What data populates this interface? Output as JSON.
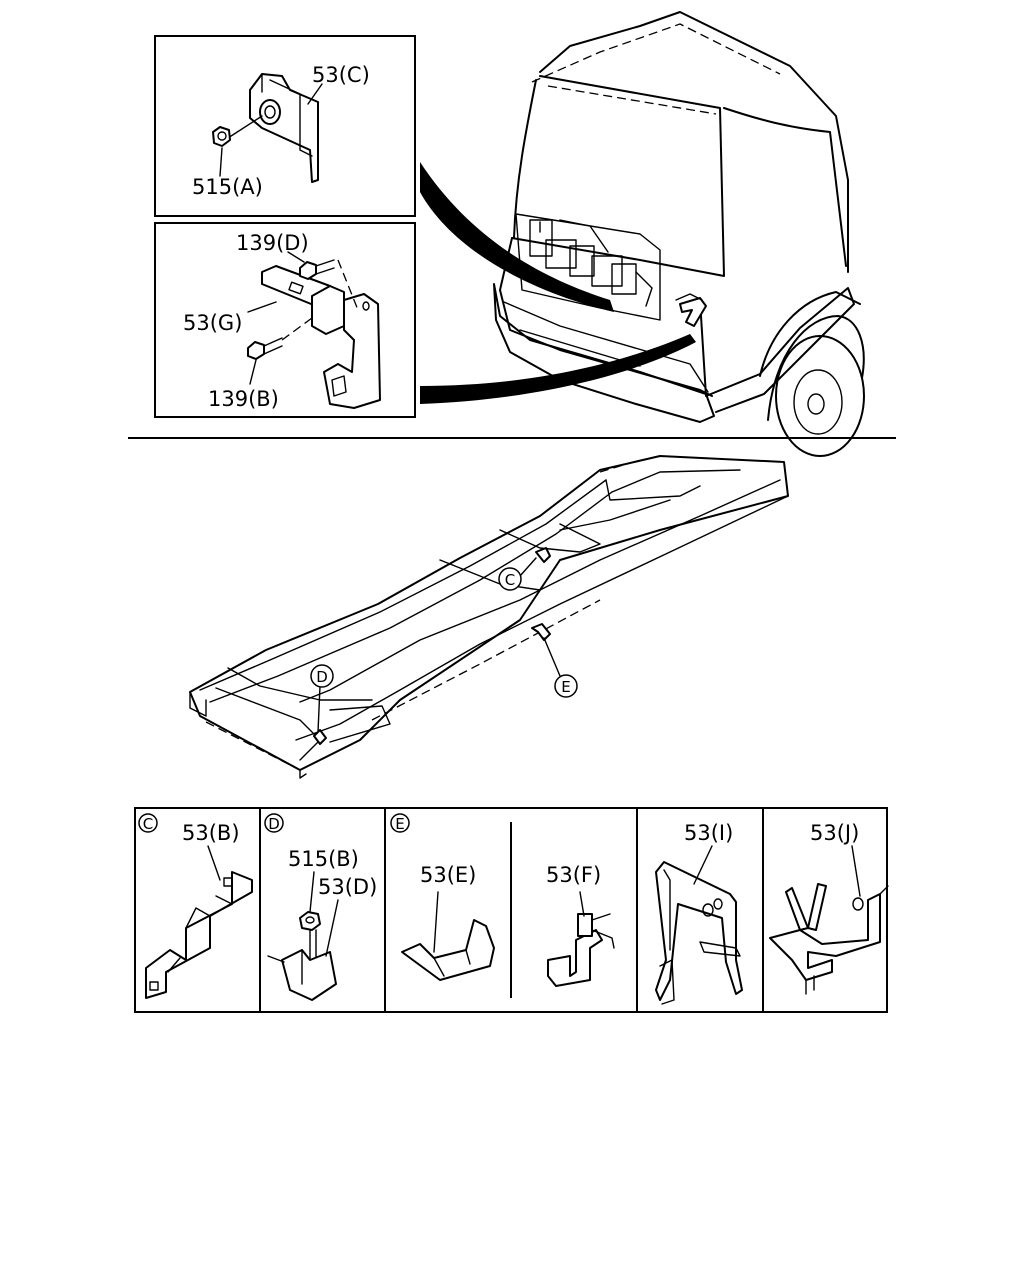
{
  "callouts": {
    "c": "C",
    "d": "D",
    "e": "E"
  },
  "top_left_box": {
    "label_bracket": "53(C)",
    "label_nut": "515(A)"
  },
  "mid_left_box": {
    "label_bolt_top": "139(D)",
    "label_bracket": "53(G)",
    "label_bolt_bottom": "139(B)"
  },
  "bottom_panels": {
    "panel_c": {
      "marker": "C",
      "label": "53(B)"
    },
    "panel_d": {
      "marker": "D",
      "label_nut": "515(B)",
      "label_bracket": "53(D)"
    },
    "panel_e": {
      "marker": "E",
      "label_left": "53(E)",
      "label_right": "53(F)"
    },
    "panel_i": {
      "label": "53(I)"
    },
    "panel_j": {
      "label": "53(J)"
    }
  }
}
